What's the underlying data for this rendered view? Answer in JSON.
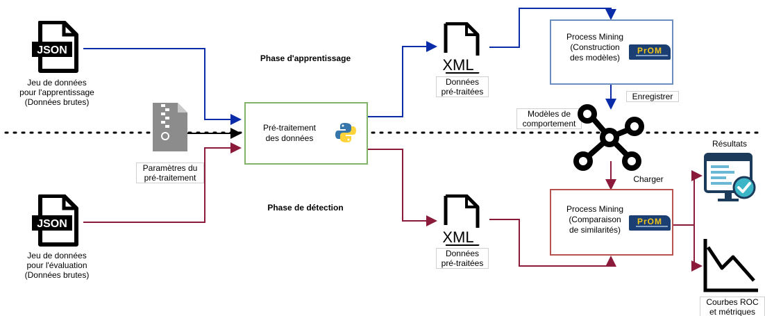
{
  "labels": {
    "json_train": "Jeu de données\npour l'apprentissage\n(Données brutes)",
    "json_eval": "Jeu de données\npour l'évaluation\n(Données brutes)",
    "params": "Paramètres du\npré-traitement",
    "preprocess": "Pré-traitement\ndes données",
    "phase_train": "Phase d'apprentissage",
    "phase_detect": "Phase de détection",
    "xml_top": "Données\npré-traitées",
    "xml_bottom": "Données\npré-traitées",
    "prom_top": "Process Mining\n(Construction\ndes modèles)",
    "prom_bottom": "Process Mining\n(Comparaison\nde similarités)",
    "enregistrer": "Enregistrer",
    "charger": "Charger",
    "models": "Modèles de\ncomportement",
    "resultats": "Résultats",
    "roc": "Courbes ROC\net métriques"
  },
  "icons": {
    "json_text": "JSON",
    "xml_text": "XML",
    "prom_logo": "PrOM"
  },
  "colors": {
    "blue": "#0a2ca8",
    "red": "#8b1a3a",
    "green_border": "#82b366",
    "prom_top_border": "#6c8ebf",
    "prom_bottom_border": "#b85450"
  }
}
